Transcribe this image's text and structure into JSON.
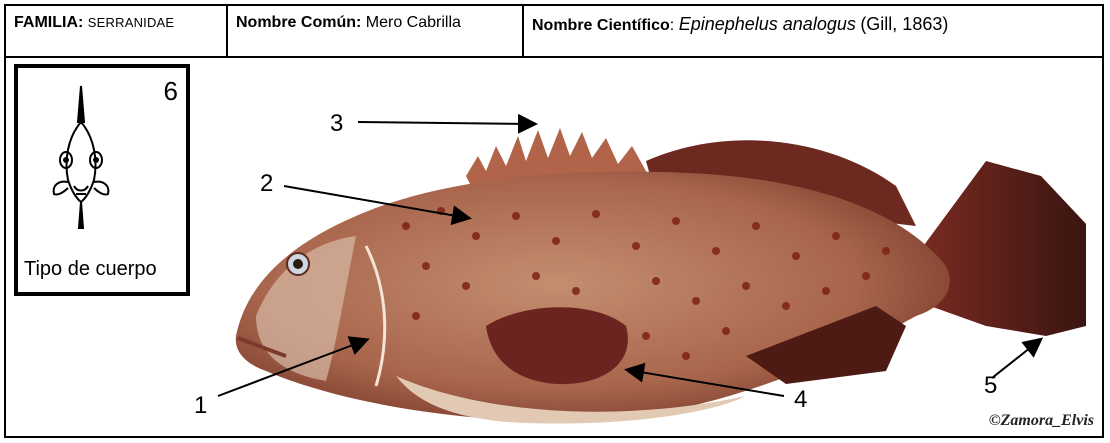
{
  "header": {
    "family_label": "FAMILIA:",
    "family_value": "SERRANIDAE",
    "common_label": "Nombre Común:",
    "common_value": "Mero Cabrilla",
    "scientific_label": "Nombre Científico",
    "scientific_sep": ":",
    "scientific_value": "Epinephelus analogus",
    "scientific_author": "(Gill, 1863)"
  },
  "body_type": {
    "number": "6",
    "label": "Tipo de cuerpo"
  },
  "callouts": [
    "1",
    "2",
    "3",
    "4",
    "5"
  ],
  "credit": "©Zamora_Elvis",
  "colors": {
    "fish_body": "#b97a5e",
    "fish_spots": "#8a2a18",
    "fin_dark": "#5a1e17",
    "belly": "#e2c9b4",
    "border": "#000000"
  }
}
